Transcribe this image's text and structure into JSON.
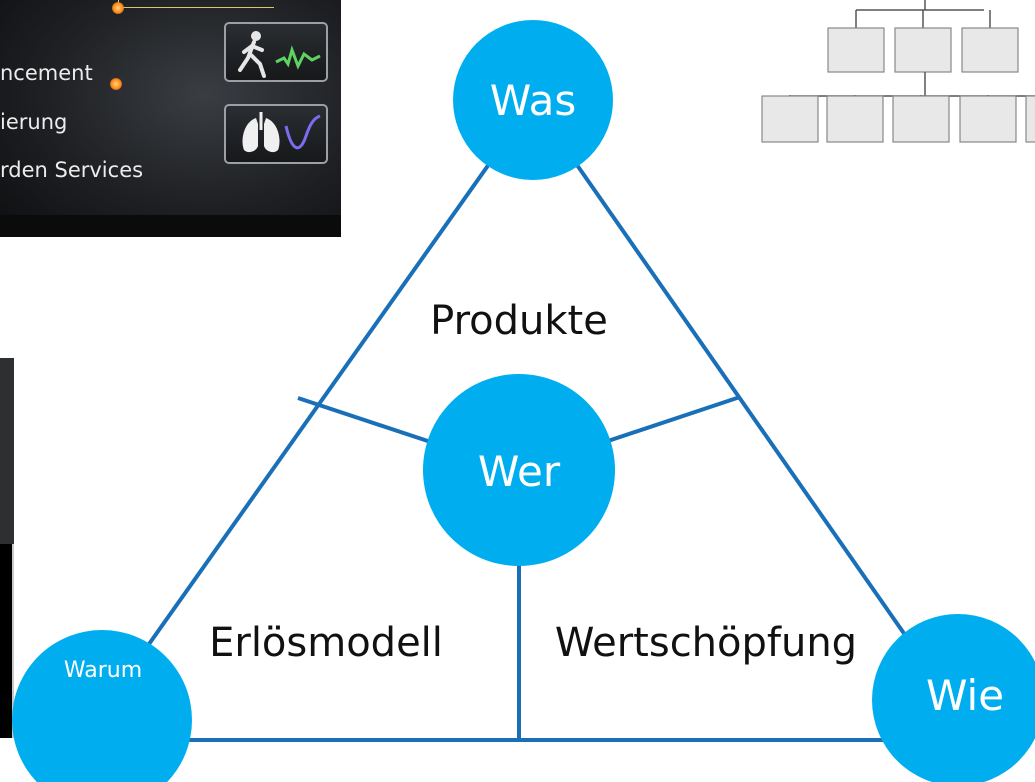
{
  "photo": {
    "lines": [
      "ncement",
      "ierung",
      "rden Services"
    ],
    "accent_color": "#ff8a1a"
  },
  "diagram": {
    "accent_color": "#00aeef",
    "line_color": "#1a70b8",
    "circle_text_color": "#ffffff",
    "nodes": {
      "top": "Was",
      "center": "Wer",
      "bottom_left": "Warum",
      "bottom_right": "Wie"
    },
    "regions": {
      "top": "Produkte",
      "bottom_left": "Erlösmodell",
      "bottom_right": "Wertschöpfung"
    }
  },
  "org_chart": {
    "levels": [
      3,
      5
    ],
    "box_fill": "#e8e8e8",
    "box_stroke": "#888888"
  }
}
